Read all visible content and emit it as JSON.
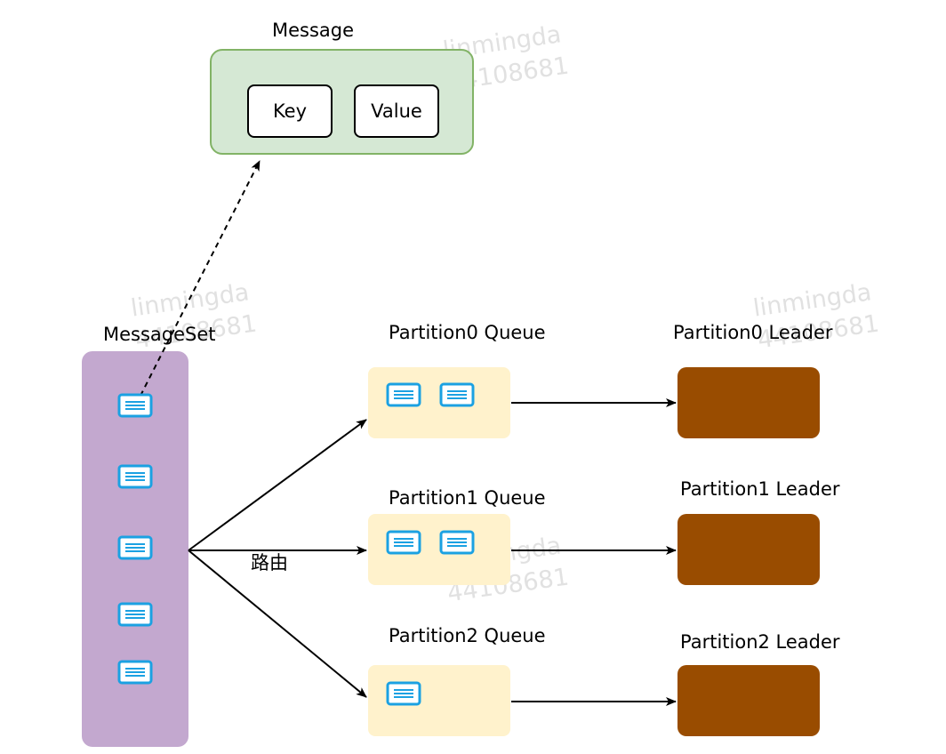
{
  "message": {
    "title": "Message",
    "key_label": "Key",
    "value_label": "Value"
  },
  "message_set": {
    "title": "MessageSet",
    "item_count": 5
  },
  "routing_label": "路由",
  "queues": [
    {
      "label": "Partition0 Queue",
      "message_count": 2
    },
    {
      "label": "Partition1 Queue",
      "message_count": 2
    },
    {
      "label": "Partition2 Queue",
      "message_count": 1
    }
  ],
  "leaders": [
    {
      "label": "Partition0 Leader"
    },
    {
      "label": "Partition1 Leader"
    },
    {
      "label": "Partition2 Leader"
    }
  ],
  "watermark": {
    "line1": "linmingda",
    "line2": "44108681"
  },
  "colors": {
    "message_fill": "#d5e8d4",
    "message_border": "#82b366",
    "messageset_fill": "#c3a8cf",
    "queue_fill": "#fff2cc",
    "leader_fill": "#994c00",
    "doc_icon": "#1ba1e2"
  },
  "icons": {
    "message_item": "document-icon"
  }
}
